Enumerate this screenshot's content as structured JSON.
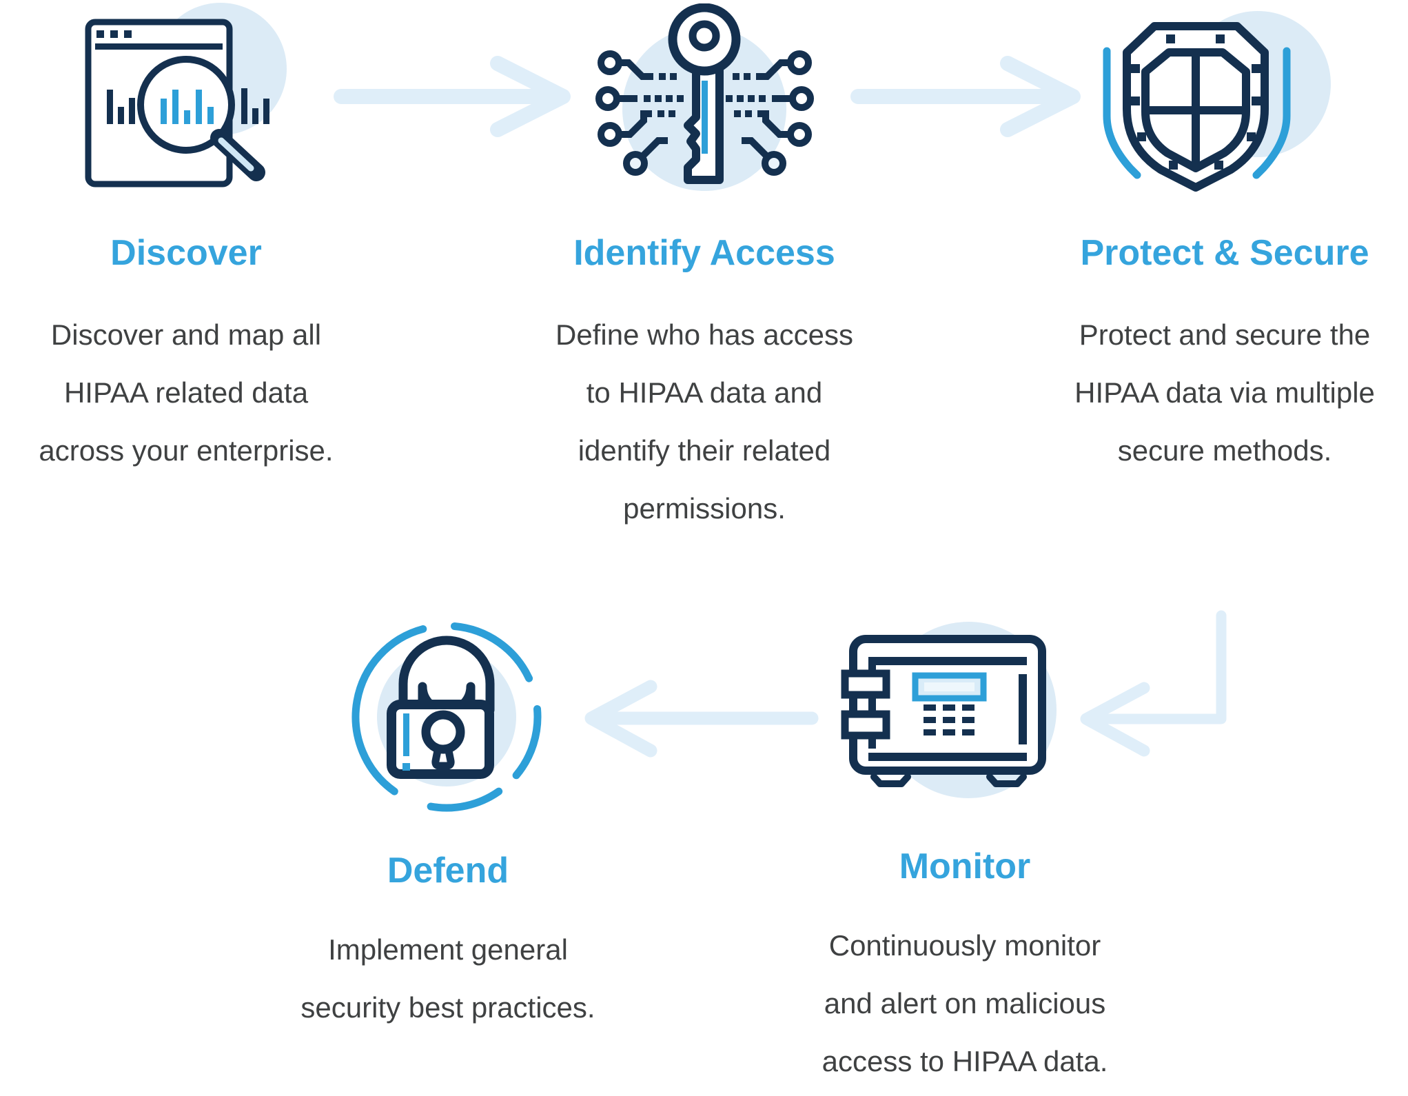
{
  "colors": {
    "heading_blue": "#35a4dd",
    "icon_navy": "#14304f",
    "icon_accent_blue": "#2d9fd8",
    "circle_bg": "#dcebf6",
    "arrow_blue": "#dfeef9",
    "body_text": "#3f4142"
  },
  "steps": [
    {
      "title": "Discover",
      "icon": "browser-search-icon",
      "lines": [
        "Discover and map all",
        "HIPAA related data",
        "across your enterprise."
      ]
    },
    {
      "title": "Identify Access",
      "icon": "circuit-key-icon",
      "lines": [
        "Define who has access",
        "to HIPAA data and",
        "identify their related",
        "permissions."
      ]
    },
    {
      "title": "Protect & Secure",
      "icon": "shield-cross-icon",
      "lines": [
        "Protect and secure the",
        "HIPAA data via multiple",
        "secure methods."
      ]
    },
    {
      "title": "Monitor",
      "icon": "safe-vault-icon",
      "lines": [
        "Continuously monitor",
        "and alert on malicious",
        "access to HIPAA data."
      ]
    },
    {
      "title": "Defend",
      "icon": "padlock-alert-icon",
      "lines": [
        "Implement general",
        "security best practices."
      ]
    }
  ],
  "arrows": [
    {
      "name": "arrow-discover-to-identify",
      "direction": "right"
    },
    {
      "name": "arrow-identify-to-protect",
      "direction": "right"
    },
    {
      "name": "arrow-protect-to-monitor",
      "direction": "down-left"
    },
    {
      "name": "arrow-monitor-to-defend",
      "direction": "left"
    }
  ]
}
